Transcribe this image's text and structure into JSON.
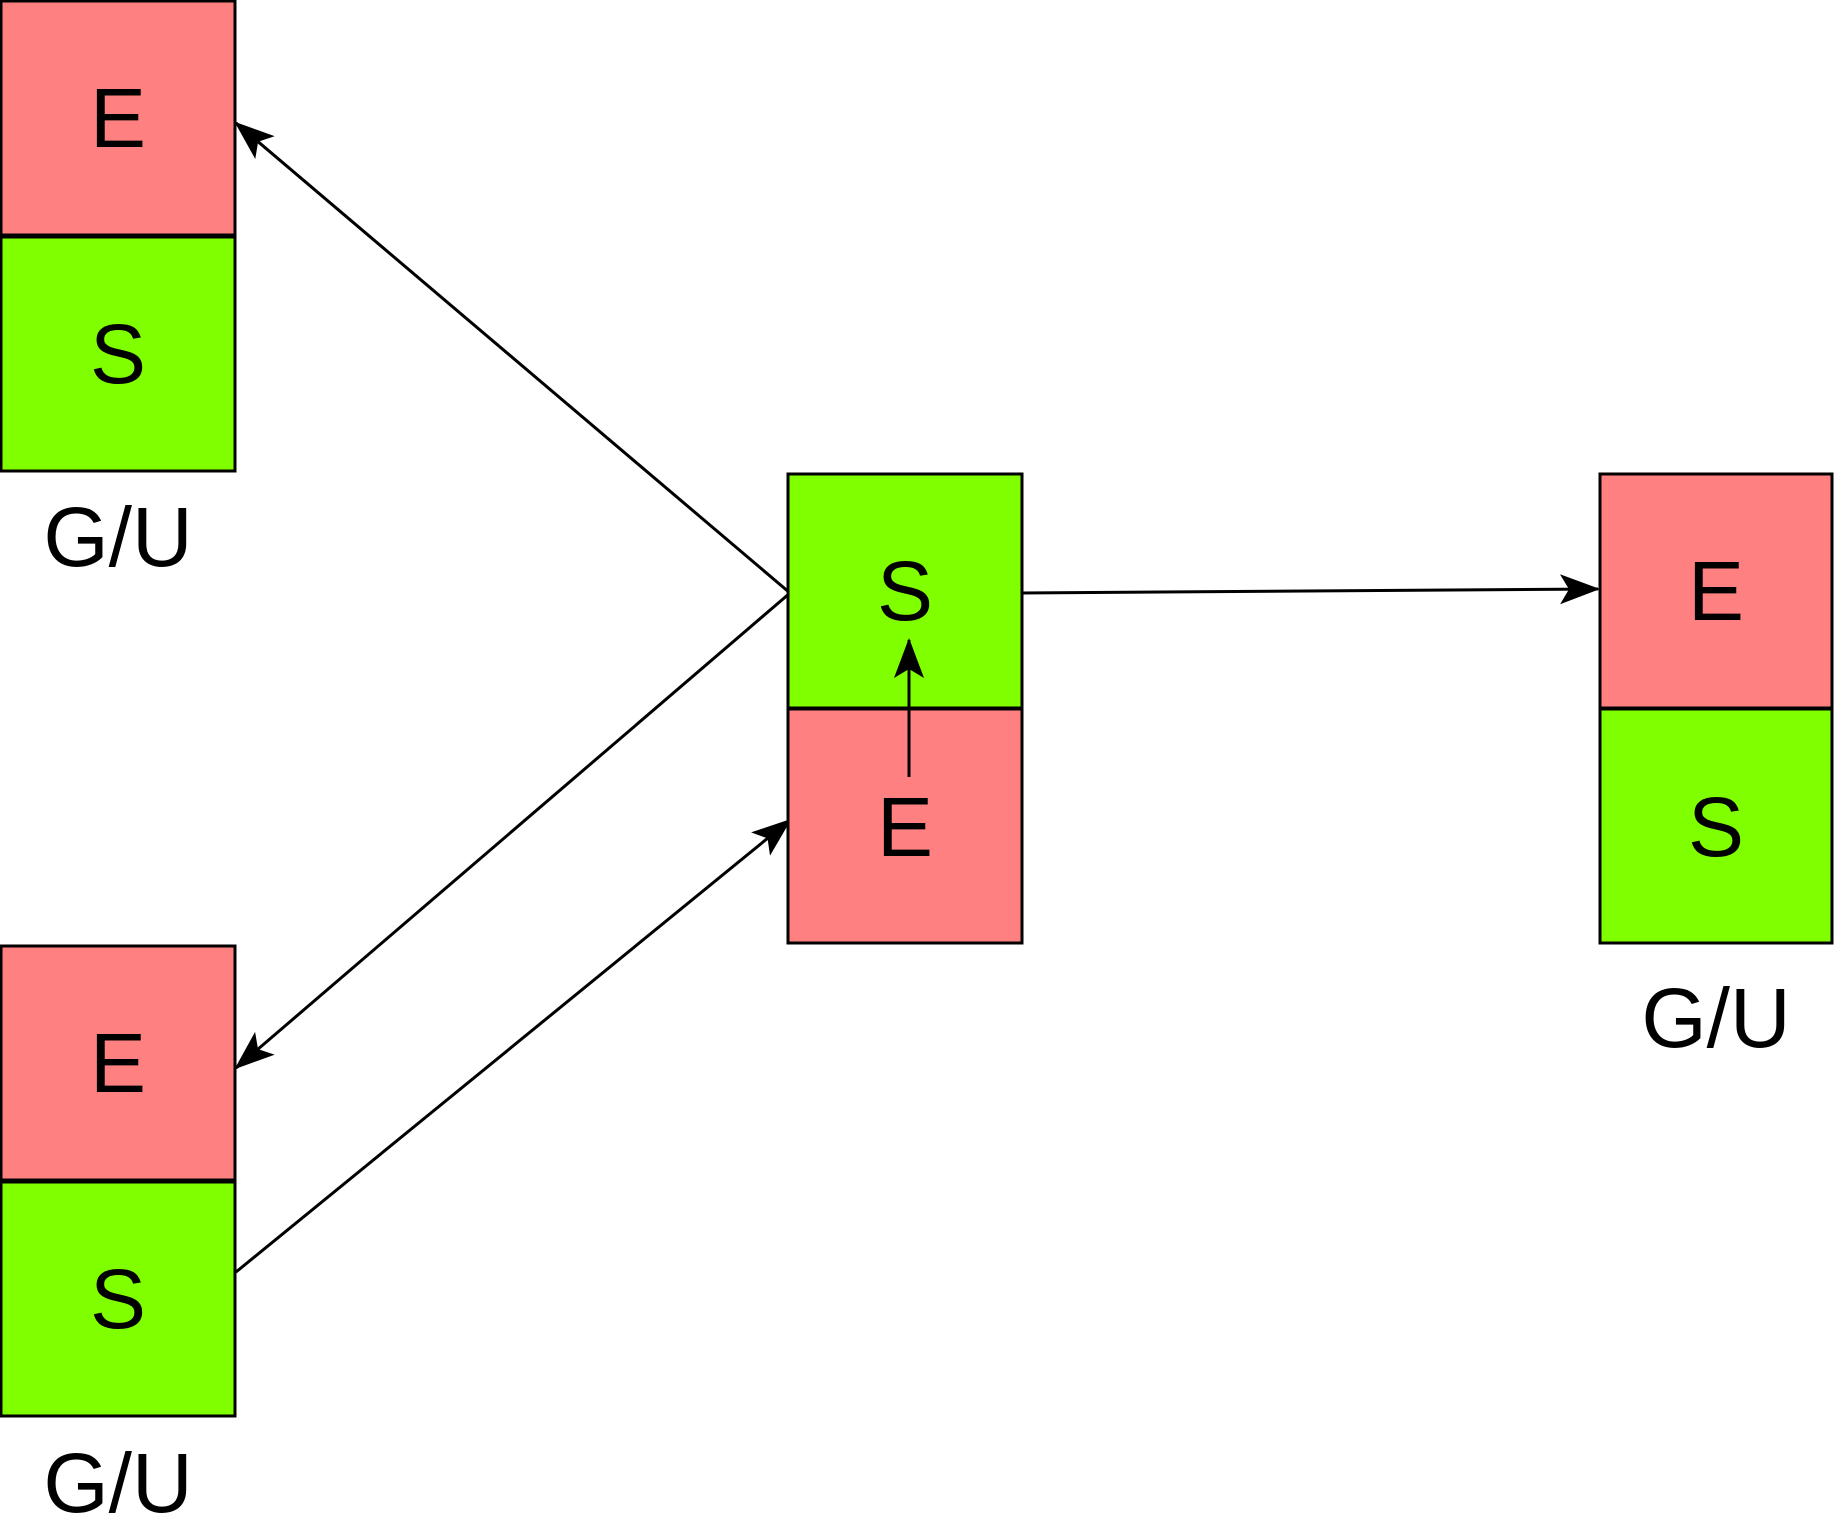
{
  "colors": {
    "e_fill": "#ff8080",
    "s_fill": "#80ff00",
    "stroke": "#000000",
    "background": "#ffffff"
  },
  "nodes": {
    "top_left": {
      "top_cell": "E",
      "bottom_cell": "S",
      "label": "G/U"
    },
    "bottom_left": {
      "top_cell": "E",
      "bottom_cell": "S",
      "label": "G/U"
    },
    "center": {
      "top_cell": "S",
      "bottom_cell": "E"
    },
    "right": {
      "top_cell": "E",
      "bottom_cell": "S",
      "label": "G/U"
    }
  },
  "edges": [
    {
      "from": "center.S",
      "to": "top_left.E"
    },
    {
      "from": "center.S",
      "to": "bottom_left.E"
    },
    {
      "from": "bottom_left.S",
      "to": "center.E"
    },
    {
      "from": "center.E",
      "to": "center.S"
    },
    {
      "from": "center.S",
      "to": "right.E"
    }
  ]
}
